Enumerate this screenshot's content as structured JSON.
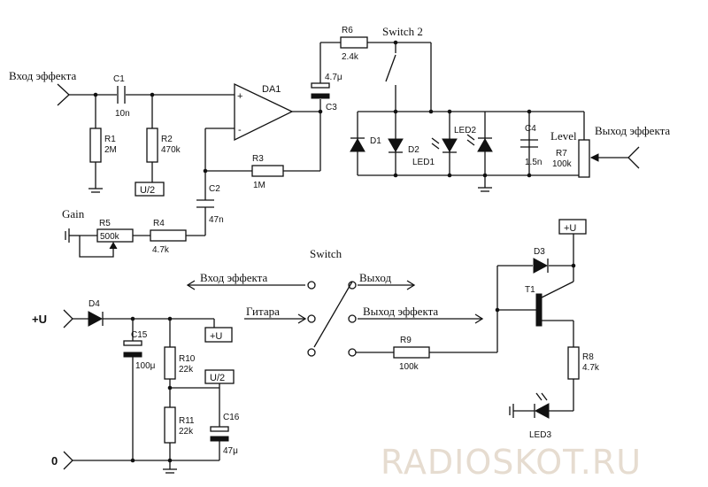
{
  "labels": {
    "input_effect_top": "Вход эффекта",
    "output_effect_right": "Выход эффекта",
    "switch2": "Switch 2",
    "level": "Level",
    "gain": "Gain",
    "switch": "Switch",
    "sw_input_effect": "Вход эффекта",
    "sw_output": "Выход",
    "sw_guitar": "Гитара",
    "sw_output_effect": "Выход эффекта",
    "plus_u_in": "+U",
    "zero": "0",
    "watermark": "RADIOSKOT.RU"
  },
  "components": {
    "c1": {
      "ref": "C1",
      "value": "10n"
    },
    "r1": {
      "ref": "R1",
      "value": "2M"
    },
    "r2": {
      "ref": "R2",
      "value": "470k"
    },
    "u2_top": "U/2",
    "da1": "DA1",
    "plus": "+",
    "minus": "-",
    "r3": {
      "ref": "R3",
      "value": "1M"
    },
    "c2": {
      "ref": "C2",
      "value": "47n"
    },
    "r5": {
      "ref": "R5",
      "value": "500k"
    },
    "r4": {
      "ref": "R4",
      "value": "4.7k"
    },
    "r6": {
      "ref": "R6",
      "value": "2.4k"
    },
    "c3": {
      "ref": "C3",
      "value": "4.7μ"
    },
    "d1": "D1",
    "d2": "D2",
    "led1": "LED1",
    "led2": "LED2",
    "c4": {
      "ref": "C4",
      "value": "1.5n"
    },
    "r7": {
      "ref": "R7",
      "value": "100k"
    },
    "d4": "D4",
    "c15": {
      "ref": "C15",
      "value": "100μ"
    },
    "r10": {
      "ref": "R10",
      "value": "22k"
    },
    "r11": {
      "ref": "R11",
      "value": "22k"
    },
    "c16": {
      "ref": "C16",
      "value": "47μ"
    },
    "plus_u_box_bottom": "+U",
    "u2_bottom": "U/2",
    "plus_u_box_right": "+U",
    "d3": "D3",
    "t1": "T1",
    "r9": {
      "ref": "R9",
      "value": "100k"
    },
    "r8": {
      "ref": "R8",
      "value": "4.7k"
    },
    "led3": "LED3"
  }
}
